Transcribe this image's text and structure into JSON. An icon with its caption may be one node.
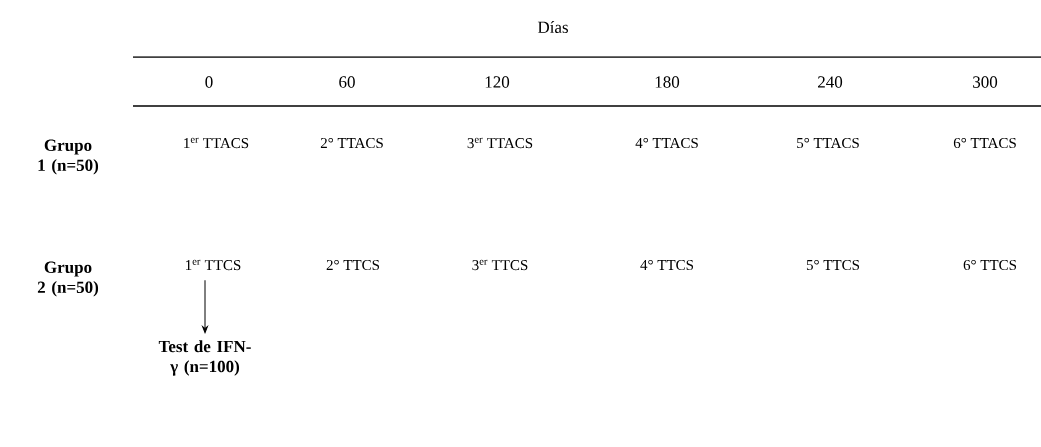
{
  "diagram": {
    "nodes": [
      {
        "text": [
          "1$^{er}$ TTCS"
        ]
      },
      {
        "text": [
          "Test de IFN-γ (n=100)"
        ]
      }
    ],
    "edges": [
      {
        "from": 0,
        "to": 1,
        "arrow": "to"
      }
    ],
    "labels": [
      "Días",
      "0",
      "60",
      "120",
      "180",
      "240",
      "300",
      "Grupo 1 (n=50)",
      "1$^{er}$ TTACS",
      "2° TTACS",
      "3$^{er}$ TTACS",
      "4° TTACS",
      "5° TTACS",
      "6° TTACS",
      "Grupo 2 (n=50)",
      "2° TTCS",
      "3$^{er}$ TTCS",
      "4° TTCS",
      "5° TTCS",
      "6° TTCS"
    ]
  }
}
